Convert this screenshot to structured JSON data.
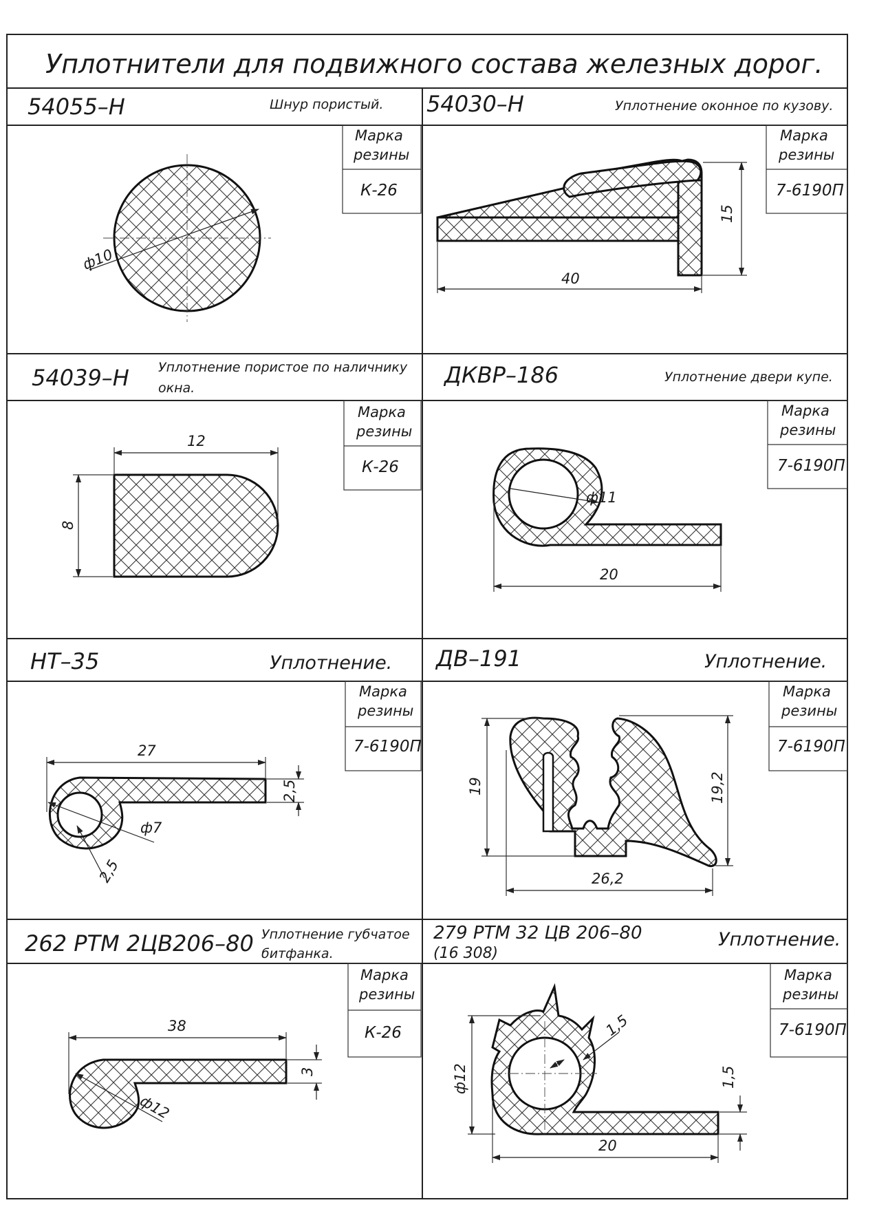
{
  "title": "Уплотнители для подвижного состава железных дорог.",
  "mark_label_1": "Марка",
  "mark_label_2": "резины",
  "cells": [
    {
      "code": "54055–Н",
      "desc": "Шнур пористый.",
      "grade": "К-26",
      "dims": [
        "ф10"
      ]
    },
    {
      "code": "54030–Н",
      "desc": "Уплотнение оконное по кузову.",
      "grade": "7-6190П",
      "dims": [
        "40",
        "15"
      ]
    },
    {
      "code": "54039–Н",
      "desc_1": "Уплотнение пористое по наличнику",
      "desc_2": "окна.",
      "grade": "К-26",
      "dims": [
        "12",
        "8"
      ]
    },
    {
      "code": "ДКВР–186",
      "desc": "Уплотнение двери купе.",
      "grade": "7-6190П",
      "dims": [
        "ф11",
        "20"
      ]
    },
    {
      "code": "НТ–35",
      "desc": "Уплотнение.",
      "grade": "7-6190П",
      "dims": [
        "27",
        "2,5",
        "ф7",
        "2,5"
      ]
    },
    {
      "code": "ДВ–191",
      "desc": "Уплотнение.",
      "grade": "7-6190П",
      "dims": [
        "19",
        "19,2",
        "26,2"
      ]
    },
    {
      "code": "262 РТМ 2ЦВ206–80",
      "desc_1": "Уплотнение губчатое",
      "desc_2": "битфанка.",
      "grade": "К-26",
      "dims": [
        "38",
        "3",
        "ф12"
      ]
    },
    {
      "code_1": "279 РТМ 32 ЦВ 206–80",
      "code_2": "(16 308)",
      "desc": "Уплотнение.",
      "grade": "7-6190П",
      "dims": [
        "1,5",
        "ф12",
        "1,5",
        "20"
      ]
    }
  ]
}
